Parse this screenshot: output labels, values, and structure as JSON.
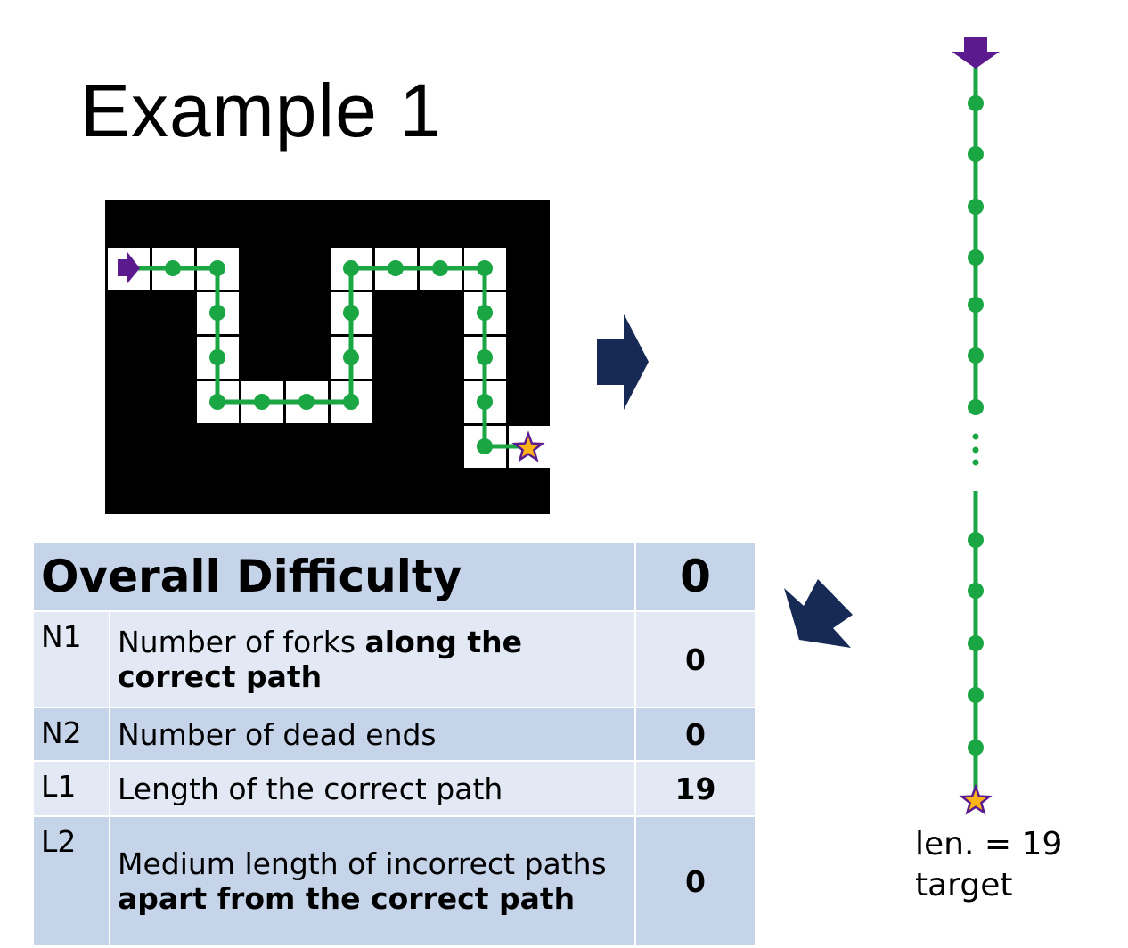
{
  "title": "Example 1",
  "colors": {
    "path": "#1aa643",
    "start": "#5b1b8f",
    "target_fill": "#fbb316",
    "arrow": "#172a55",
    "table_dark": "#c6d4ea",
    "table_light": "#e3e9f4"
  },
  "table": {
    "header": {
      "label": "Overall Difficulty",
      "value": "0"
    },
    "rows": [
      {
        "code": "N1",
        "label_plain": "Number of forks ",
        "label_bold": "along the correct path",
        "label_tail": "",
        "value": "0"
      },
      {
        "code": "N2",
        "label_plain": "Number of dead ends",
        "label_bold": "",
        "label_tail": "",
        "value": "0"
      },
      {
        "code": "L1",
        "label_plain": "Length of the correct path",
        "label_bold": "",
        "label_tail": "",
        "value": "19"
      },
      {
        "code": "L2",
        "label_plain": "Medium length of incorrect paths ",
        "label_bold": "apart from the correct path",
        "label_tail": "",
        "value": "0"
      }
    ]
  },
  "linear": {
    "length_label": "len. = 19",
    "target_label": "target"
  }
}
